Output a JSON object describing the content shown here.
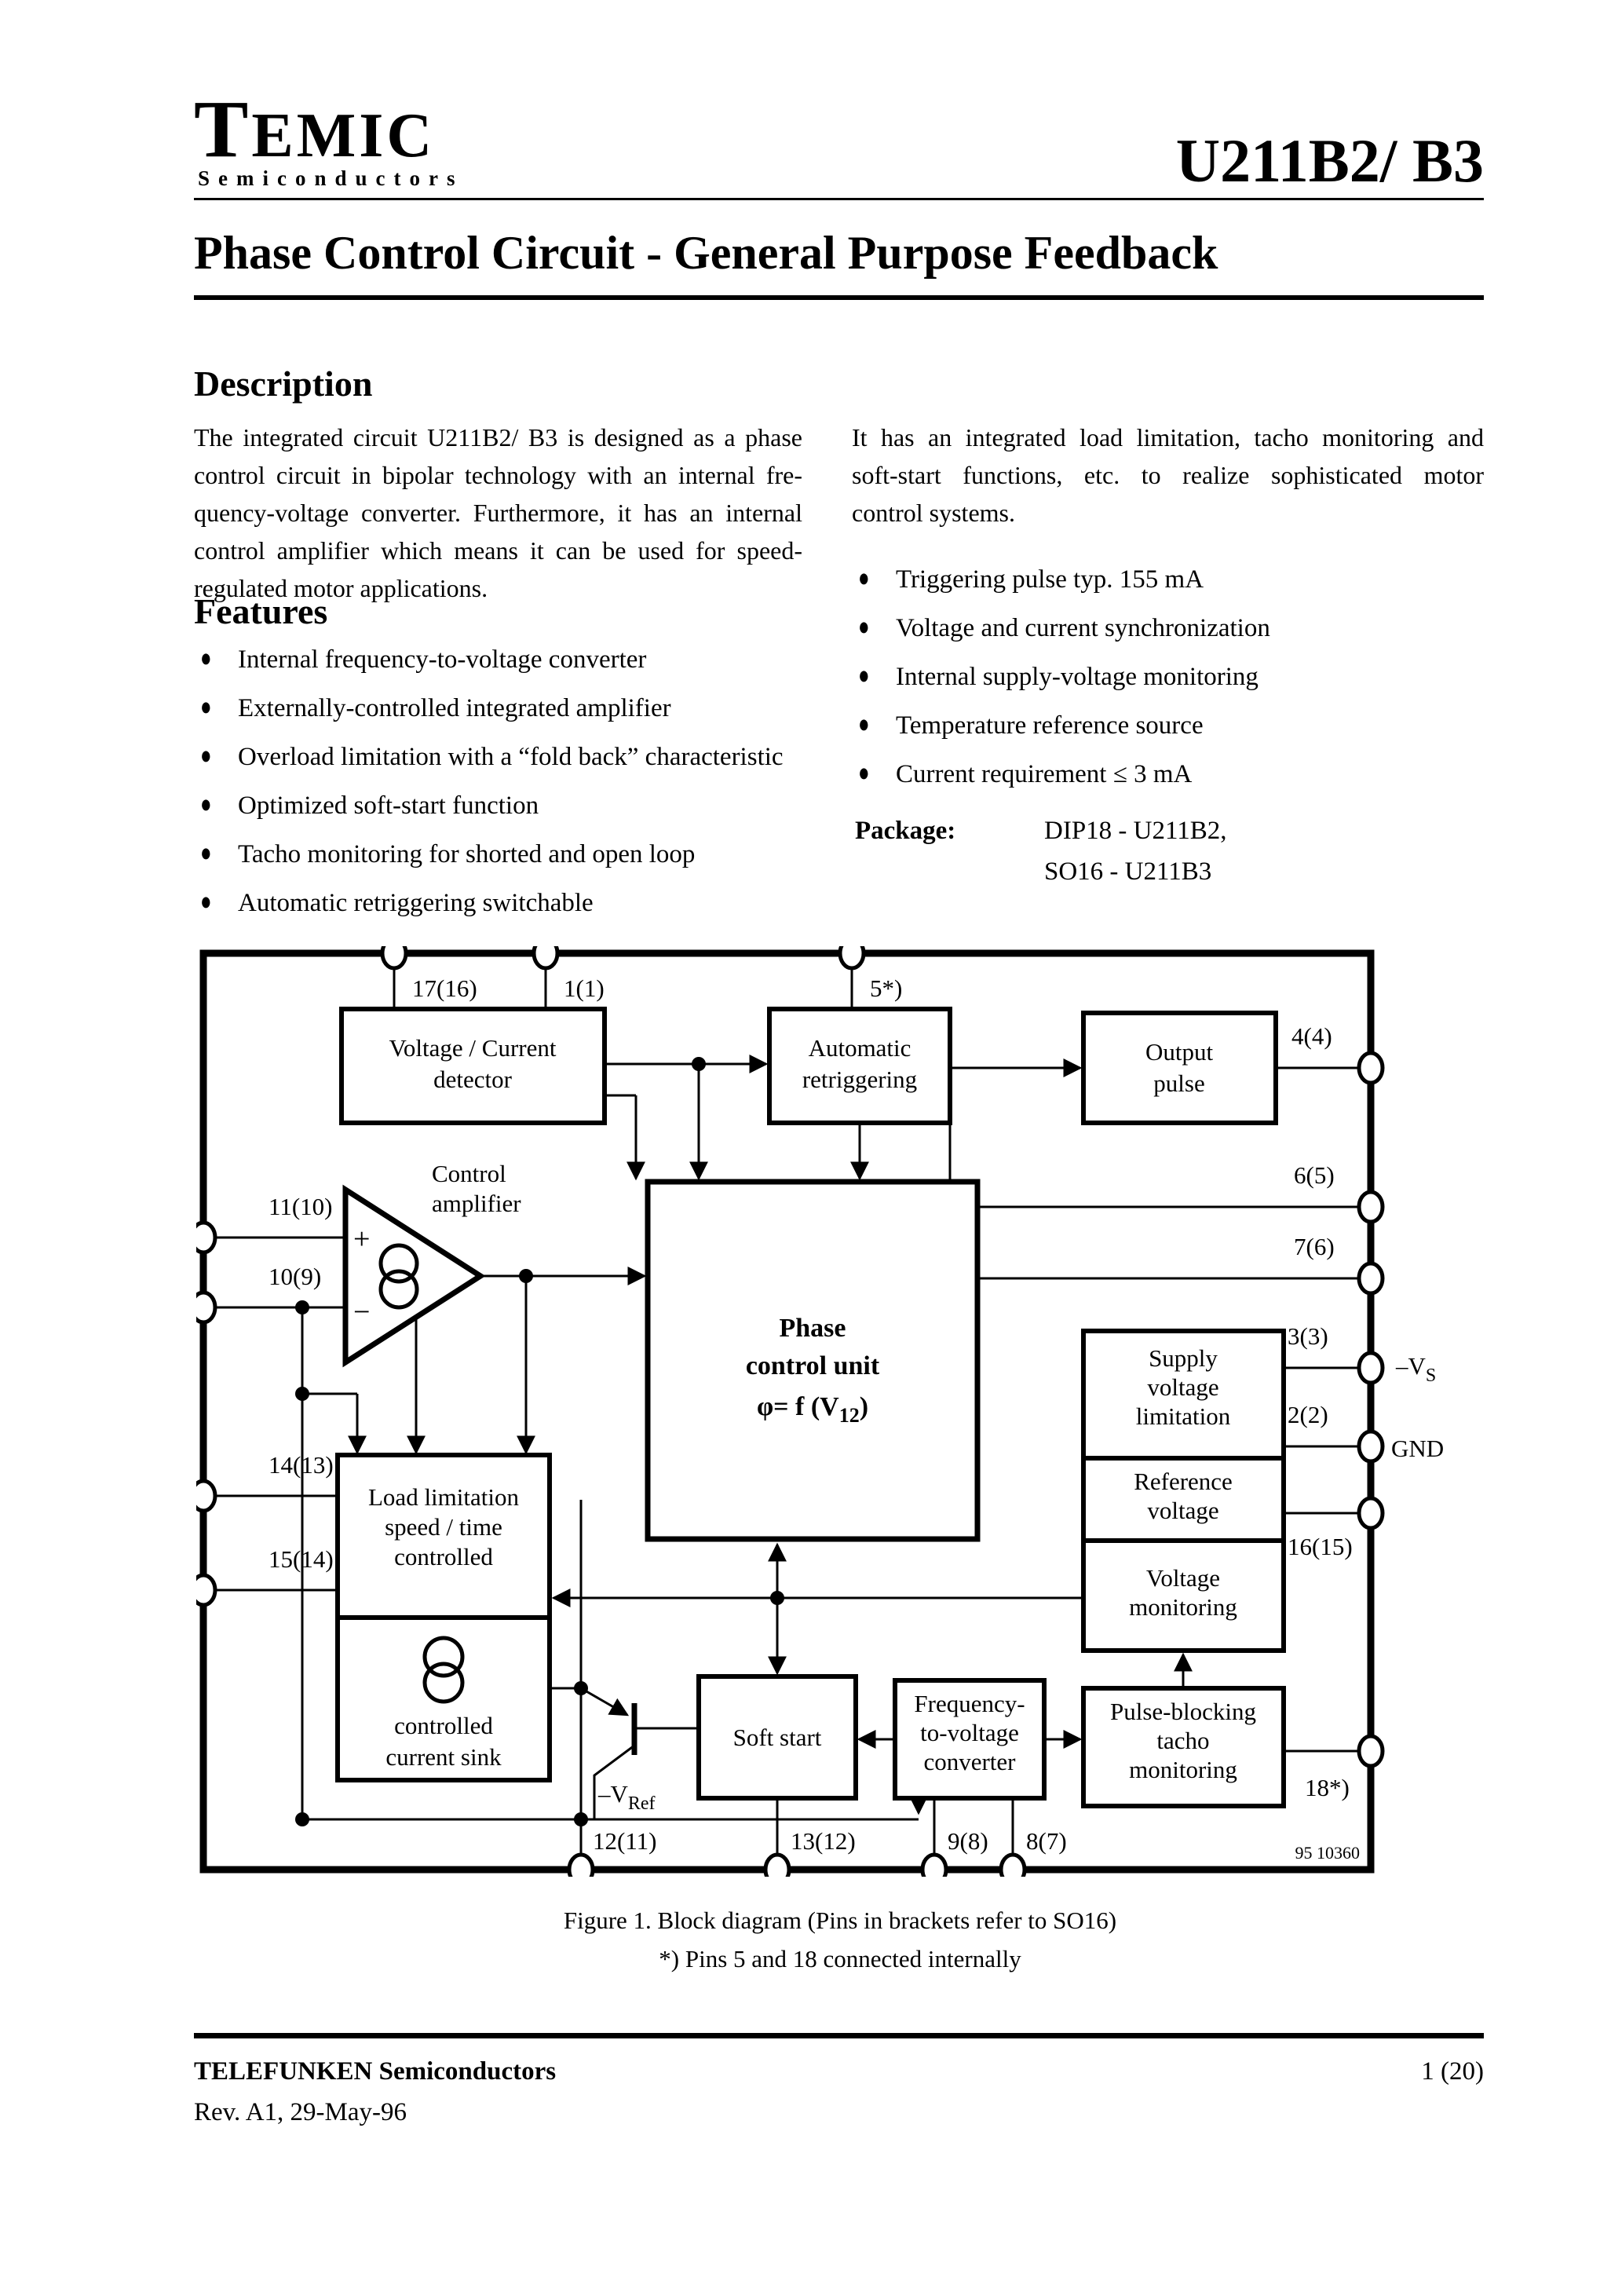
{
  "header": {
    "logo_main_initial": "T",
    "logo_main_rest": "EMIC",
    "logo_sub": "Semiconductors",
    "part_number": "U211B2/ B3",
    "title": "Phase Control Circuit - General Purpose Feedback"
  },
  "description": {
    "heading": "Description",
    "left_lines": [
      "The integrated circuit U211B2/ B3 is designed as a phase",
      "control circuit in bipolar technology with an internal fre-",
      "quency-voltage converter. Furthermore, it has an internal",
      "control amplifier which means it can be used for speed-",
      "regulated motor applications."
    ],
    "right_lines": [
      "It has an integrated load limitation, tacho monitoring and",
      "soft-start functions, etc. to realize sophisticated motor",
      "control systems."
    ]
  },
  "features": {
    "heading": "Features",
    "bullet": "●",
    "left": [
      "Internal frequency-to-voltage converter",
      "Externally-controlled integrated amplifier",
      "Overload limitation with a “fold back” characteristic",
      "Optimized soft-start function",
      "Tacho monitoring for shorted and open loop",
      "Automatic retriggering switchable"
    ],
    "right": [
      "Triggering pulse typ. 155 mA",
      "Voltage and current synchronization",
      "Internal supply-voltage monitoring",
      "Temperature reference source",
      "Current requirement  ≤ 3 mA"
    ],
    "package_label": "Package:",
    "package_line1": "DIP18 - U211B2,",
    "package_line2": "SO16 - U211B3"
  },
  "diagram": {
    "blocks": {
      "vc": [
        "Voltage / Current",
        "detector"
      ],
      "ar": [
        "Automatic",
        "retriggering"
      ],
      "op": [
        "Output",
        "pulse"
      ],
      "phase": [
        "Phase",
        "control unit"
      ],
      "phase_formula": {
        "pre": "φ= f (V",
        "sub": "12",
        "post": ")"
      },
      "amp": [
        "Control",
        "amplifier"
      ],
      "amp_plus": "+",
      "amp_minus": "−",
      "svl": [
        "Supply",
        "voltage",
        "limitation"
      ],
      "ref": [
        "Reference",
        "voltage"
      ],
      "vmon": [
        "Voltage",
        "monitoring"
      ],
      "load": [
        "Load limitation",
        "speed / time",
        "controlled"
      ],
      "sink": [
        "controlled",
        "current sink"
      ],
      "soft": "Soft start",
      "fc": [
        "Frequency-",
        "to-voltage",
        "converter"
      ],
      "pb": [
        "Pulse-blocking",
        "tacho",
        "monitoring"
      ]
    },
    "pins": {
      "top": [
        "17(16)",
        "1(1)",
        "5*)"
      ],
      "left": [
        "11(10)",
        "10(9)",
        "14(13)",
        "15(14)"
      ],
      "right": [
        "4(4)",
        "6(5)",
        "7(6)",
        "3(3)",
        "2(2)",
        "16(15)",
        "18*)"
      ],
      "bottom": [
        "12(11)",
        "13(12)",
        "9(8)",
        "8(7)"
      ]
    },
    "labels": {
      "vs_prefix": "–V",
      "vs_sub": "S",
      "gnd": "GND",
      "vref_prefix": "–V",
      "vref_sub": "Ref",
      "code": "95 10360"
    }
  },
  "caption": {
    "line1": "Figure 1.  Block diagram (Pins in brackets refer to SO16)",
    "line2": "*) Pins 5 and 18 connected internally"
  },
  "footer": {
    "company": "TELEFUNKEN Semiconductors",
    "revision": "Rev. A1, 29-May-96",
    "page": "1 (20)"
  }
}
